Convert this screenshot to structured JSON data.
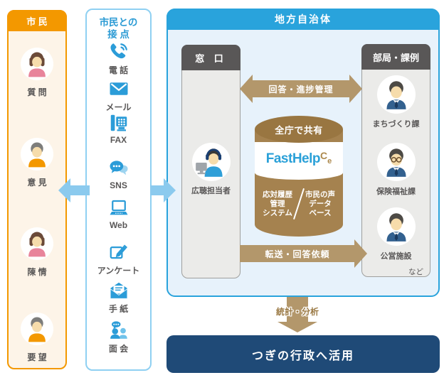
{
  "citizens": {
    "title": "市 民",
    "items": [
      {
        "label": "質 問",
        "avatar": "woman-avatar"
      },
      {
        "label": "意 見",
        "avatar": "man-avatar"
      },
      {
        "label": "陳 情",
        "avatar": "woman-avatar"
      },
      {
        "label": "要 望",
        "avatar": "man-avatar"
      }
    ]
  },
  "channels": {
    "title_line1": "市民との",
    "title_line2": "接 点",
    "items": [
      {
        "label": "電 話",
        "icon": "phone-icon"
      },
      {
        "label": "メール",
        "icon": "mail-icon"
      },
      {
        "label": "FAX",
        "icon": "fax-icon"
      },
      {
        "label": "SNS",
        "icon": "sns-icon"
      },
      {
        "label": "Web",
        "icon": "laptop-icon"
      },
      {
        "label": "アンケート",
        "icon": "survey-pencil-icon"
      },
      {
        "label": "手 紙",
        "icon": "letter-icon"
      },
      {
        "label": "面 会",
        "icon": "meeting-icon"
      }
    ]
  },
  "government": {
    "title": "地方自治体",
    "reception": {
      "title": "窓 口",
      "staff_label": "広聴担当者"
    },
    "departments": {
      "title": "部局・課例",
      "items": [
        {
          "label": "まちづくり課"
        },
        {
          "label": "保険福祉課"
        },
        {
          "label": "公営施設"
        }
      ],
      "etc_label": "など"
    },
    "arrow_top_label": "回答・進捗管理",
    "arrow_bottom_label": "転送・回答依頼",
    "database": {
      "shared_label": "全庁で共有",
      "product_name": "FastHelp",
      "product_sup": "C",
      "product_sub": "e",
      "left_lines": [
        "応対履歴",
        "管理",
        "システム"
      ],
      "right_lines": [
        "市民の声",
        "データ",
        "ベース"
      ]
    }
  },
  "output": {
    "arrow_label": "統計・分析",
    "result_label": "つぎの行政へ活用"
  },
  "colors": {
    "orange": "#f39800",
    "cream": "#fdf4e8",
    "light_blue_border": "#8fd0f2",
    "connector_blue": "#8bcaee",
    "header_blue": "#29a3dc",
    "icon_blue": "#2b9cd8",
    "panel_body_blue": "#e7f2fb",
    "dark_gray": "#595757",
    "box_gray": "#ebebe9",
    "tan_arrow": "#b3976b",
    "cylinder_brown": "#a5824f",
    "cylinder_top_brown": "#997641",
    "logo_gold": "#ad8a4e",
    "navy": "#1f4a77"
  }
}
